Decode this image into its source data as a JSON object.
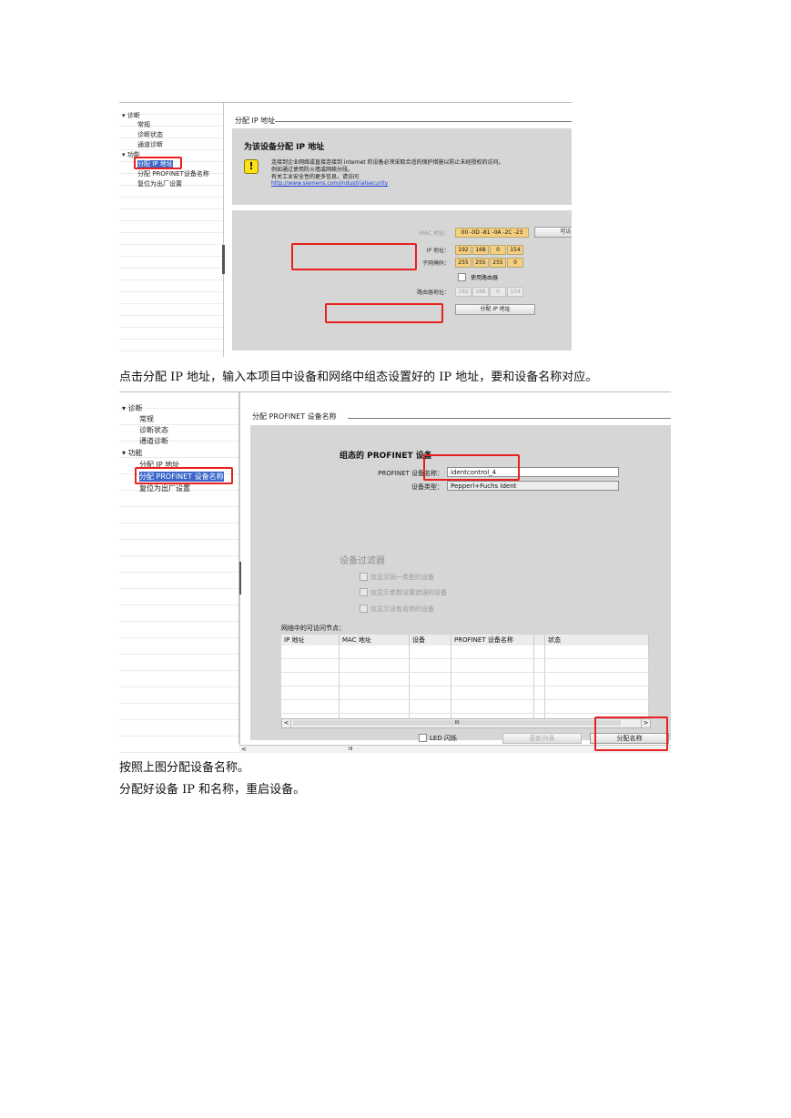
{
  "screenshot1": {
    "tree": {
      "diag": "▾ 诊断",
      "general": "常规",
      "diag_status": "诊断状态",
      "channel_diag": "通道诊断",
      "functions": "▾ 功能",
      "assign_ip": "分配 IP 地址",
      "assign_name": "分配 PROFINET设备名称",
      "reset": "复位为出厂设置"
    },
    "section_title": "分配 IP 地址",
    "warning": {
      "heading": "为该设备分配 IP 地址",
      "line1": "连接到企业网络或直接连接到 internet 的设备必须采取合适的保护措施以防止未经授权的访问。",
      "line2": "例如通过使用防火墙或网络分段。",
      "line3": "有关工业安全性的更多信息，请访问",
      "link": "http://www.siemens.com/industrialsecurity"
    },
    "form": {
      "mac_label": "MAC 地址：",
      "mac_value": "00 -0D -81 -0A -2C -23",
      "accessible_btn": "可访问设备",
      "ip_label": "IP 地址：",
      "ip_value": [
        "192",
        "168",
        "0",
        "154"
      ],
      "mask_label": "子网掩码：",
      "mask_value": [
        "255",
        "255",
        "255",
        "0"
      ],
      "use_router": "使用路由器",
      "router_label": "路由器地址：",
      "router_value": [
        "192",
        "168",
        "0",
        "154"
      ],
      "assign_btn": "分配 IP 地址"
    }
  },
  "para1": "点击分配 IP 地址，输入本项目中设备和网络中组态设置好的 IP 地址，要和设备名称对应。",
  "screenshot2": {
    "tree": {
      "diag": "▾ 诊断",
      "general": "常规",
      "diag_status": "诊断状态",
      "channel_diag": "通道诊断",
      "functions": "▾ 功能",
      "assign_ip": "分配 IP 地址",
      "assign_name": "分配 PROFINET 设备名称",
      "reset": "复位为出厂设置"
    },
    "section_title": "分配 PROFINET 设备名称",
    "configured_heading": "组态的 PROFINET 设备",
    "name_label": "PROFINET 设备名称：",
    "name_value": "identcontrol_4",
    "type_label": "设备类型：",
    "type_value": "Pepperl+Fuchs Ident",
    "filter_heading": "设备过滤器",
    "filter1": "仅显示同一类型的设备",
    "filter2": "仅显示参数设置错误的设备",
    "filter3": "仅显示没有名称的设备",
    "nodes_label": "网络中的可访问节点：",
    "columns": [
      "IP 地址",
      "MAC 地址",
      "设备",
      "PROFINET 设备名称",
      "状态"
    ],
    "led": "LED 闪烁",
    "update_btn": "更新列表",
    "assign_btn": "分配名称",
    "scroll_mid": "III"
  },
  "para2": "按照上图分配设备名称。",
  "para3": "分配好设备 IP 和名称，重启设备。"
}
